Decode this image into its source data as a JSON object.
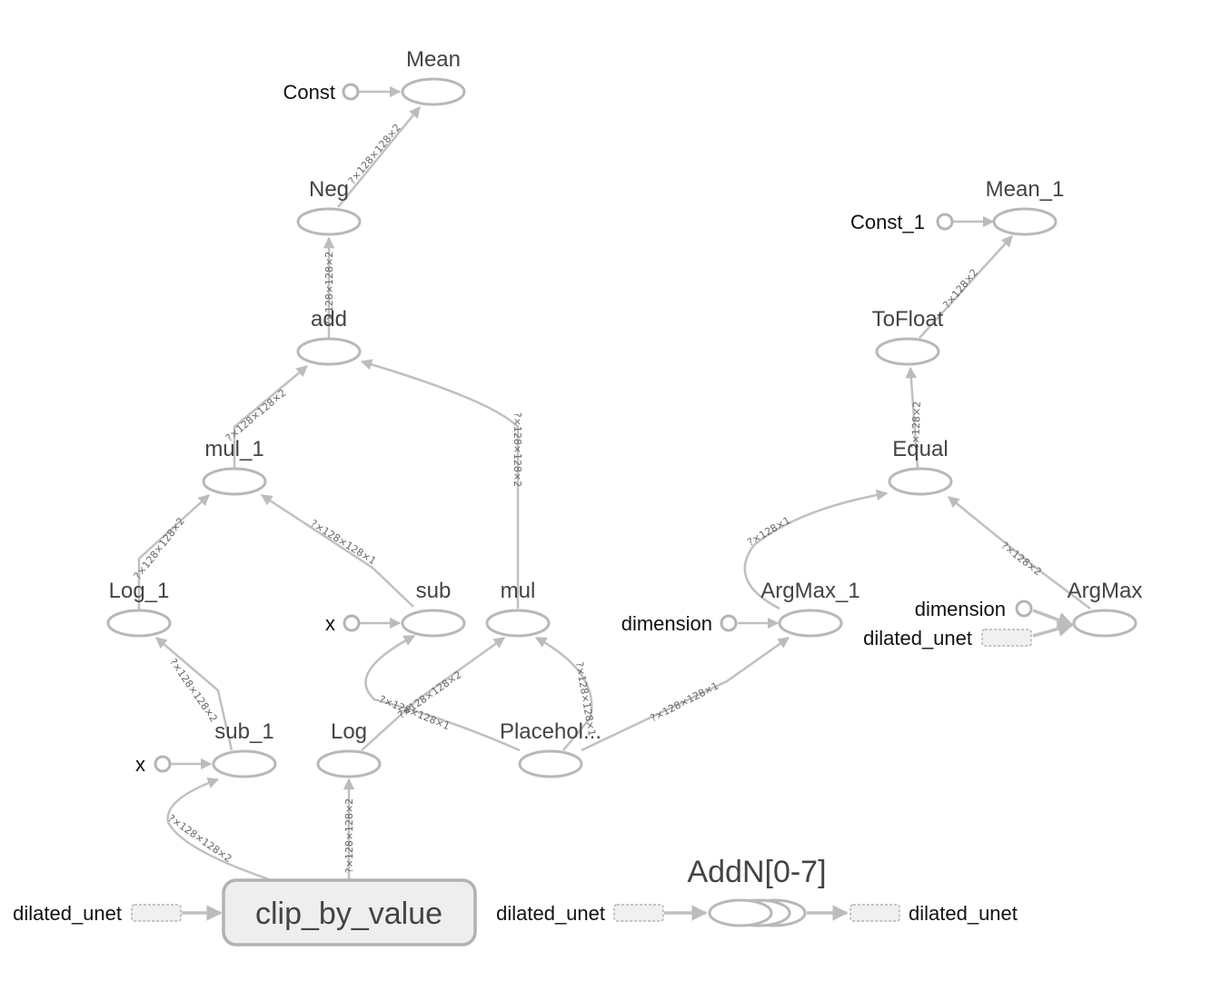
{
  "nodes": {
    "mean": "Mean",
    "const": "Const",
    "neg": "Neg",
    "mean_1": "Mean_1",
    "const_1": "Const_1",
    "add": "add",
    "tofloat": "ToFloat",
    "mul_1": "mul_1",
    "equal": "Equal",
    "log_1": "Log_1",
    "sub": "sub",
    "sub_x": "x",
    "mul": "mul",
    "argmax_1": "ArgMax_1",
    "argmax_1_dimension": "dimension",
    "argmax": "ArgMax",
    "argmax_dimension": "dimension",
    "argmax_ref": "dilated_unet",
    "sub_1": "sub_1",
    "sub_1_x": "x",
    "log": "Log",
    "placeholder": "Placehol...",
    "clip_by_value": "clip_by_value",
    "clip_ref_in": "dilated_unet",
    "clip_ref_out": "dilated_unet",
    "addn": "AddN[0-7]",
    "addn_ref_out": "dilated_unet"
  },
  "edges": {
    "neg_mean": "?×128×128×2",
    "add_neg": "?×128×128×2",
    "mul1_add": "?×128×128×2",
    "mul_add": "?×128×128×2",
    "log1_mul1": "?×128×128×2",
    "sub_mul1": "?×128×128×1",
    "sub1_log1": "?×128×128×2",
    "log_mul": "?×128×128×2",
    "ph_sub": "?×128×128×1",
    "ph_mul": "?×128×128×1",
    "clip_sub1": "?×128×128×2",
    "clip_log": "?×128×128×2",
    "ph_argmax1": "?×128×128×1",
    "argmax1_equal": "?×128×1",
    "argmax_equal": "?×128×2",
    "equal_tofloat": "?×128×2",
    "tofloat_mean1": "?×128×2"
  }
}
